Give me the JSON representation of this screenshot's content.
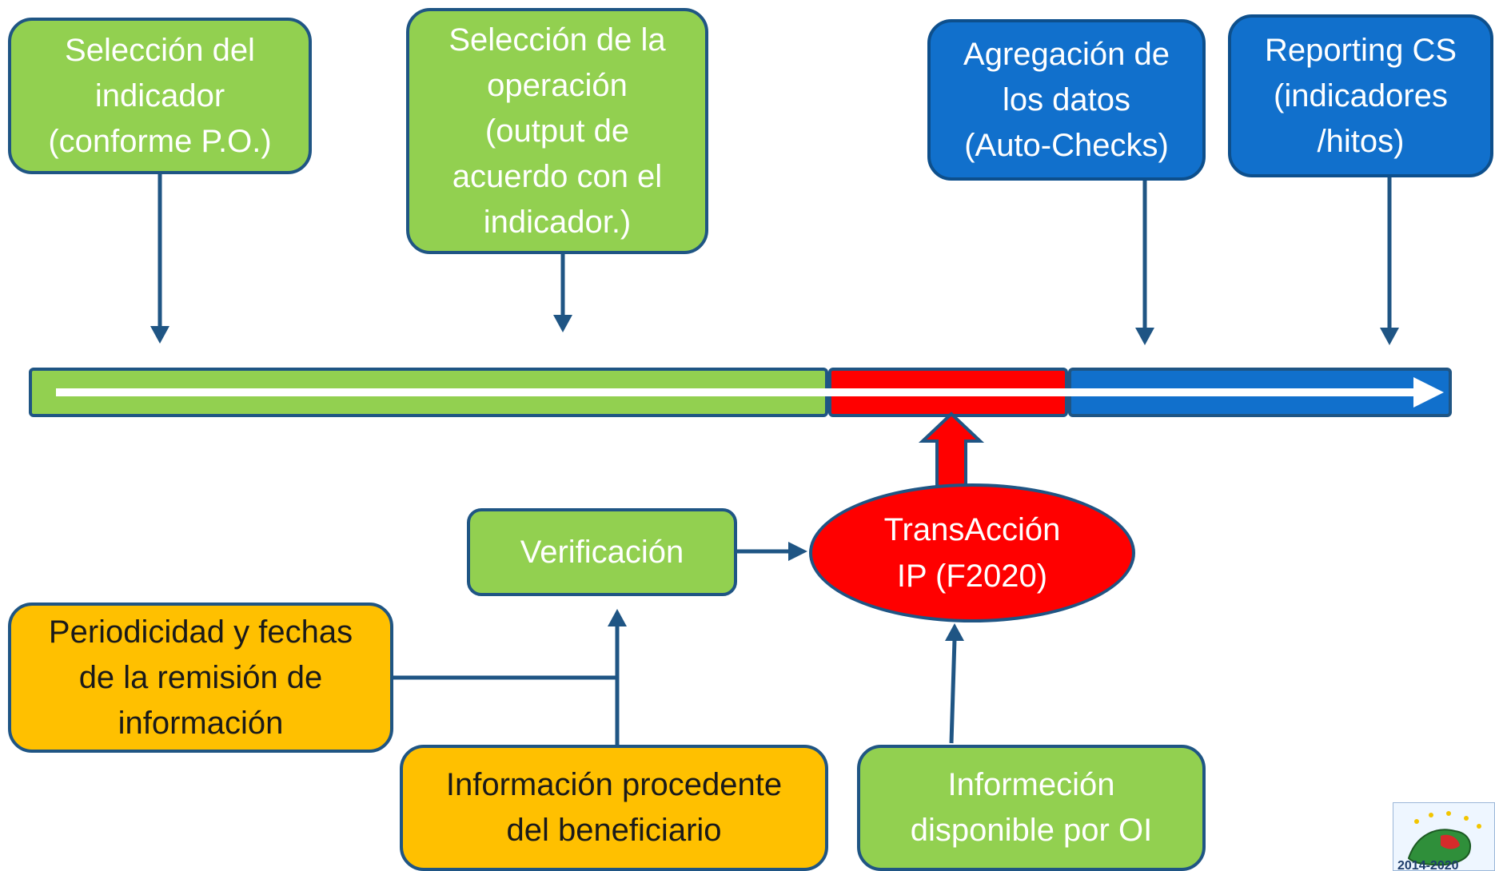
{
  "top_boxes": {
    "seleccion_indicador": "Selección del\nindicador\n(conforme P.O.)",
    "seleccion_operacion": "Selección de la\noperación\n(output de\nacuerdo con el\nindicador.)",
    "agregacion_datos": "Agregación de\nlos datos\n(Auto-Checks)",
    "reporting_cs": "Reporting CS\n(indicadores\n/hitos)"
  },
  "bottom_boxes": {
    "verificacion": "Verificación",
    "transaccion": "TransAcción\nIP (F2020)",
    "periodicidad": "Periodicidad y fechas\nde la remisión de\ninformación",
    "informacion_beneficiario": "Información procedente\ndel beneficiario",
    "informacion_oi": "Informeción\ndisponible por OI"
  },
  "logo": {
    "label": "2014-2020"
  },
  "colors": {
    "green": "#92d050",
    "blue": "#1170cc",
    "orange": "#ffc000",
    "red": "#ff0000",
    "border": "#1f5584"
  }
}
